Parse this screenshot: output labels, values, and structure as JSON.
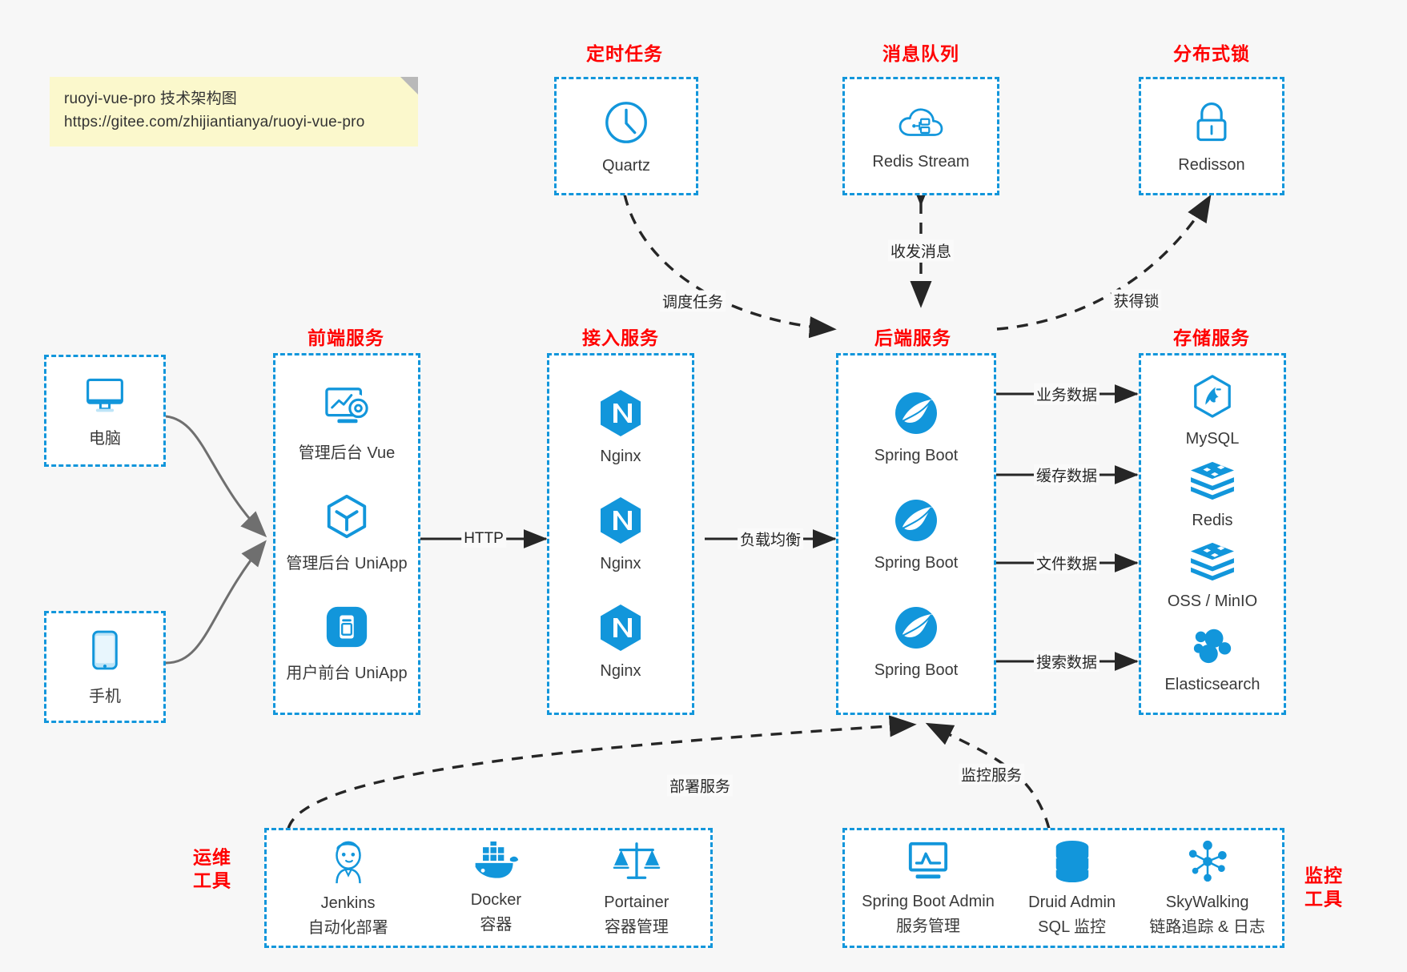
{
  "note": {
    "line1": "ruoyi-vue-pro 技术架构图",
    "line2": "https://gitee.com/zhijiantianya/ruoyi-vue-pro"
  },
  "groups": {
    "scheduled_task": {
      "title": "定时任务",
      "items": [
        {
          "icon": "clock-icon",
          "label": "Quartz"
        }
      ]
    },
    "message_queue": {
      "title": "消息队列",
      "items": [
        {
          "icon": "cloud-stream-icon",
          "label": "Redis Stream"
        }
      ]
    },
    "distributed_lock": {
      "title": "分布式锁",
      "items": [
        {
          "icon": "lock-icon",
          "label": "Redisson"
        }
      ]
    },
    "clients": {
      "computer": {
        "icon": "monitor-icon",
        "label": "电脑"
      },
      "phone": {
        "icon": "phone-icon",
        "label": "手机"
      }
    },
    "frontend": {
      "title": "前端服务",
      "items": [
        {
          "icon": "dashboard-icon",
          "label": "管理后台 Vue"
        },
        {
          "icon": "cube-icon",
          "label": "管理后台 UniApp"
        },
        {
          "icon": "mobile-app-icon",
          "label": "用户前台 UniApp"
        }
      ]
    },
    "gateway": {
      "title": "接入服务",
      "items": [
        {
          "icon": "nginx-icon",
          "label": "Nginx"
        },
        {
          "icon": "nginx-icon",
          "label": "Nginx"
        },
        {
          "icon": "nginx-icon",
          "label": "Nginx"
        }
      ]
    },
    "backend": {
      "title": "后端服务",
      "items": [
        {
          "icon": "spring-boot-icon",
          "label": "Spring Boot"
        },
        {
          "icon": "spring-boot-icon",
          "label": "Spring Boot"
        },
        {
          "icon": "spring-boot-icon",
          "label": "Spring Boot"
        }
      ]
    },
    "storage": {
      "title": "存储服务",
      "items": [
        {
          "icon": "mysql-icon",
          "label": "MySQL"
        },
        {
          "icon": "redis-icon",
          "label": "Redis"
        },
        {
          "icon": "oss-icon",
          "label": "OSS / MinIO"
        },
        {
          "icon": "elasticsearch-icon",
          "label": "Elasticsearch"
        }
      ]
    },
    "devops": {
      "title": "运维\n工具",
      "title_line1": "运维",
      "title_line2": "工具",
      "items": [
        {
          "icon": "jenkins-icon",
          "label": "Jenkins",
          "sublabel": "自动化部署"
        },
        {
          "icon": "docker-icon",
          "label": "Docker",
          "sublabel": "容器"
        },
        {
          "icon": "portainer-icon",
          "label": "Portainer",
          "sublabel": "容器管理"
        }
      ]
    },
    "monitoring": {
      "title_line1": "监控",
      "title_line2": "工具",
      "items": [
        {
          "icon": "monitor-chart-icon",
          "label": "Spring Boot Admin",
          "sublabel": "服务管理"
        },
        {
          "icon": "database-icon",
          "label": "Druid Admin",
          "sublabel": "SQL 监控"
        },
        {
          "icon": "skywalking-icon",
          "label": "SkyWalking",
          "sublabel": "链路追踪 & 日志"
        }
      ]
    }
  },
  "edges": [
    {
      "id": "http",
      "label": "HTTP"
    },
    {
      "id": "load-balance",
      "label": "负载均衡"
    },
    {
      "id": "schedule-task",
      "label": "调度任务"
    },
    {
      "id": "send-recv-msg",
      "label": "收发消息"
    },
    {
      "id": "acquire-lock",
      "label": "获得锁"
    },
    {
      "id": "business-data",
      "label": "业务数据"
    },
    {
      "id": "cache-data",
      "label": "缓存数据"
    },
    {
      "id": "file-data",
      "label": "文件数据"
    },
    {
      "id": "search-data",
      "label": "搜索数据"
    },
    {
      "id": "deploy-service",
      "label": "部署服务"
    },
    {
      "id": "monitor-service",
      "label": "监控服务"
    }
  ],
  "colors": {
    "accent_blue": "#1296db",
    "title_red": "#ff0000",
    "note_yellow": "#fbf8cc",
    "background": "#f7f7f7",
    "edge_gray": "#555555"
  }
}
